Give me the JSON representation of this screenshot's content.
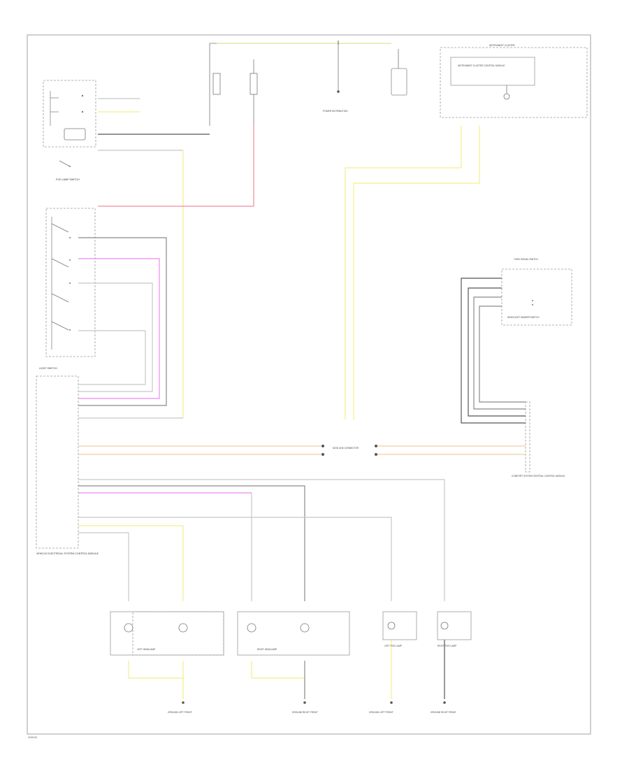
{
  "colors": {
    "frame": "#a0a0a0",
    "component": "#9a9a9a",
    "wire_gray": "#c8c8c8",
    "wire_dark": "#8a8a8a",
    "wire_black": "#555555",
    "wire_yellow": "#f2ee8a",
    "wire_red": "#f28a9e",
    "wire_pink": "#ee88ee",
    "wire_orange": "#f5cfa0",
    "wire_green_yellow": "#d8e890"
  },
  "footer": {
    "code": "W0008"
  },
  "labels": {
    "light_switch": "LIGHT SWITCH",
    "fog_lamp_switch": "FOG LAMP SWITCH",
    "instrument_cluster": "INSTRUMENT CLUSTER",
    "instrument_cluster_control_module": "INSTRUMENT CLUSTER CONTROL MODULE",
    "power_distribution": "POWER DISTRIBUTION",
    "turn_signal_switch": "TURN SIGNAL SWITCH",
    "headlight_dimmer_switch": "HEADLIGHT DIMMER SWITCH",
    "comfort_system_control_module": "COMFORT SYSTEM CENTRAL CONTROL MODULE",
    "vehicle_electrical_system_control_module": "VEHICLE ELECTRICAL SYSTEM CONTROL MODULE",
    "data_link_connector": "DATA LINK CONNECTOR",
    "left_headlamp": "LEFT HEADLAMP",
    "right_headlamp": "RIGHT HEADLAMP",
    "left_fog_lamp": "LEFT FOG LAMP",
    "right_fog_lamp": "RIGHT FOG LAMP",
    "ground_left": "GROUND LEFT FRONT",
    "ground_right": "GROUND RIGHT FRONT"
  }
}
